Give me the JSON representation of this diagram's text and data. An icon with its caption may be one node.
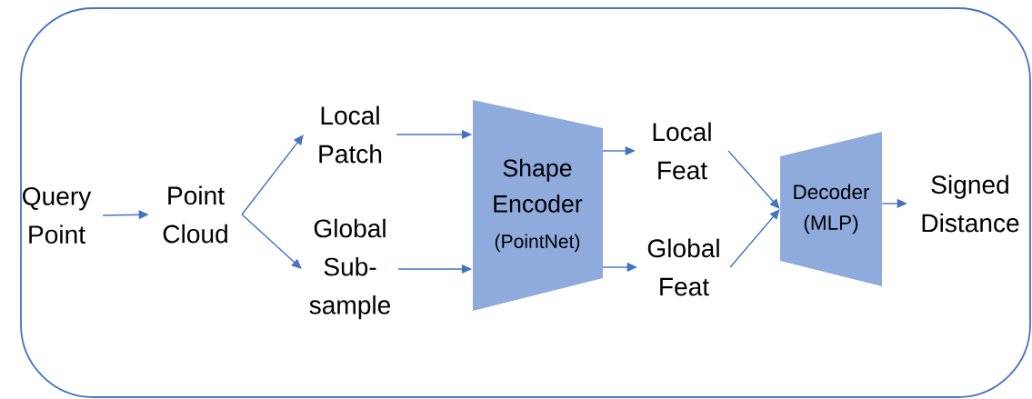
{
  "diagram": {
    "nodes": [
      {
        "text": [],
        "shape": "box"
      },
      {
        "text": [
          "Query Point"
        ],
        "in": 0
      },
      {
        "text": [
          "Point Cloud"
        ],
        "in": 0
      },
      {
        "text": [
          "Local Patch"
        ],
        "in": 0
      },
      {
        "text": [
          "Global Sub-sample"
        ],
        "in": 0
      },
      {
        "text": [
          "Shape Encoder",
          "(PointNet)"
        ],
        "in": 0
      },
      {
        "text": [
          "Local Feat"
        ],
        "in": 0
      },
      {
        "text": [
          "Global Feat"
        ],
        "in": 0
      },
      {
        "text": [
          "Decoder",
          "(MLP)"
        ],
        "in": 0
      },
      {
        "text": [
          "Signed Distance"
        ],
        "in": 0
      }
    ],
    "edges": [
      {
        "from": 1,
        "to": 2,
        "arrow": "to"
      },
      {
        "from": 2,
        "to": 3,
        "arrow": "to"
      },
      {
        "from": 2,
        "to": 4,
        "arrow": "to"
      },
      {
        "from": 3,
        "to": 5,
        "arrow": "to"
      },
      {
        "from": 4,
        "to": 5,
        "arrow": "to"
      },
      {
        "from": 5,
        "to": 6,
        "arrow": "to"
      },
      {
        "from": 5,
        "to": 7,
        "arrow": "to"
      },
      {
        "from": 6,
        "to": 8,
        "arrow": "to"
      },
      {
        "from": 7,
        "to": 8,
        "arrow": "to"
      },
      {
        "from": 8,
        "to": 9,
        "arrow": "to"
      }
    ]
  }
}
